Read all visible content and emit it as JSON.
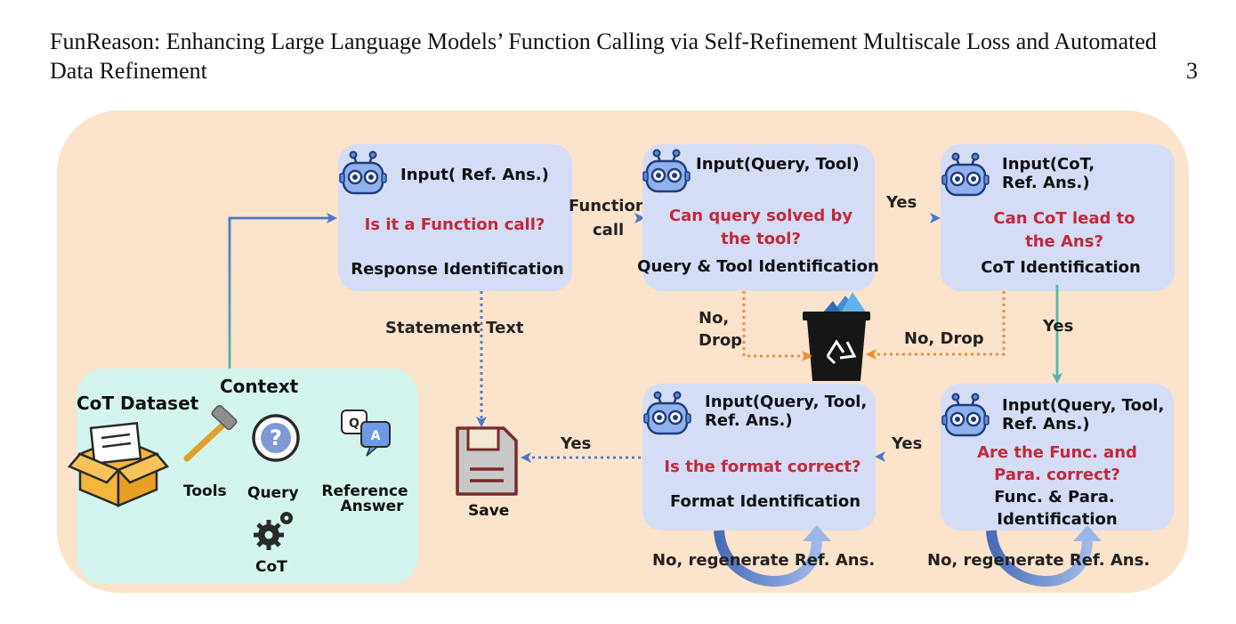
{
  "header": {
    "title_line1": "FunReason: Enhancing Large Language Models’ Function Calling via Self-Refinement Multiscale Loss and Automated",
    "title_line2": "Data Refinement",
    "page_number": "3"
  },
  "context_panel": {
    "title": "Context",
    "dataset_label": "CoT Dataset",
    "items": {
      "tools": "Tools",
      "query": "Query",
      "reference_line1": "Reference",
      "reference_line2": "Answer",
      "cot": "CoT"
    }
  },
  "boxes": {
    "response": {
      "input": "Input( Ref. Ans.)",
      "question": "Is it a Function call?",
      "label": "Response Identification"
    },
    "query_tool": {
      "input": "Input(Query, Tool)",
      "question_line1": "Can query solved by",
      "question_line2": "the tool?",
      "label": "Query & Tool Identification"
    },
    "cot": {
      "input_line1": "Input(CoT,",
      "input_line2": "Ref. Ans.)",
      "question_line1": "Can CoT lead to",
      "question_line2": "the Ans?",
      "label": "CoT Identification"
    },
    "format": {
      "input_line1": "Input(Query, Tool,",
      "input_line2": "Ref. Ans.)",
      "question": "Is the format correct?",
      "label": "Format Identification"
    },
    "func_para": {
      "input_line1": "Input(Query, Tool,",
      "input_line2": "Ref. Ans.)",
      "question_line1": "Are the Func. and",
      "question_line2": "Para. correct?",
      "label_line1": "Func. & Para.",
      "label_line2": "Identification"
    }
  },
  "edges": {
    "function_call_line1": "Function",
    "function_call_line2": "call",
    "yes_top": "Yes",
    "yes_right": "Yes",
    "yes_func": "Yes",
    "yes_save": "Yes",
    "statement_text": "Statement Text",
    "no_drop_left_line1": "No,",
    "no_drop_left_line2": "Drop",
    "no_drop_right": "No, Drop",
    "regen_format": "No, regenerate Ref. Ans.",
    "regen_func": "No, regenerate Ref. Ans."
  },
  "save_label": "Save",
  "colors": {
    "outer_bg": "#fbe3cc",
    "context_bg": "#d3f5ee",
    "box_bg": "#d4ddf5",
    "question": "#c3293a",
    "blue_arrow": "#4a78c9",
    "teal_arrow": "#4fb8a8",
    "orange_arrow": "#ef8a2a"
  },
  "icons": [
    "robot-icon",
    "trash-recycle-icon",
    "save-disk-icon",
    "box-dataset-icon",
    "hammer-icon",
    "question-icon",
    "qa-chat-icon",
    "gears-icon"
  ]
}
